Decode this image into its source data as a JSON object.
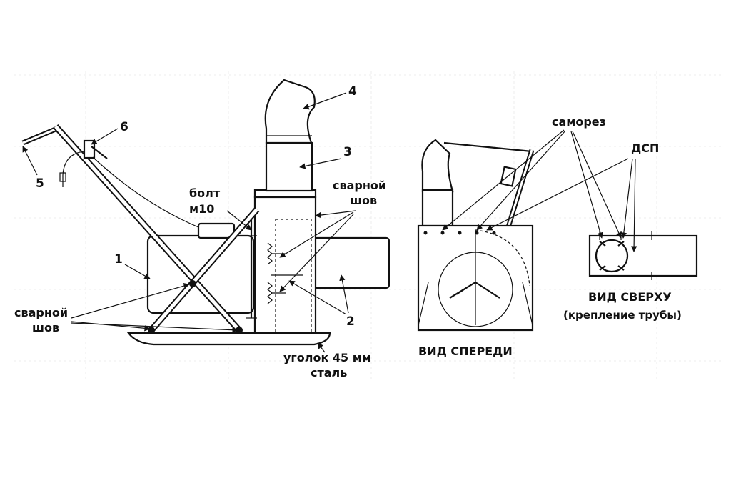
{
  "labels": {
    "n1": "1",
    "n2": "2",
    "n3": "3",
    "n4": "4",
    "n5": "5",
    "n6": "6",
    "bolt_line1": "болт",
    "bolt_line2": "м10",
    "weld_right_line1": "сварной",
    "weld_right_line2": "шов",
    "weld_left_line1": "сварной",
    "weld_left_line2": "шов",
    "angle_line1": "уголок 45 мм",
    "angle_line2": "сталь",
    "samorez": "саморез",
    "dsp": "ДСП",
    "front_view": "ВИД СПЕРЕДИ",
    "top_view_line1": "ВИД СВЕРХУ",
    "top_view_line2": "(крепление трубы)"
  }
}
